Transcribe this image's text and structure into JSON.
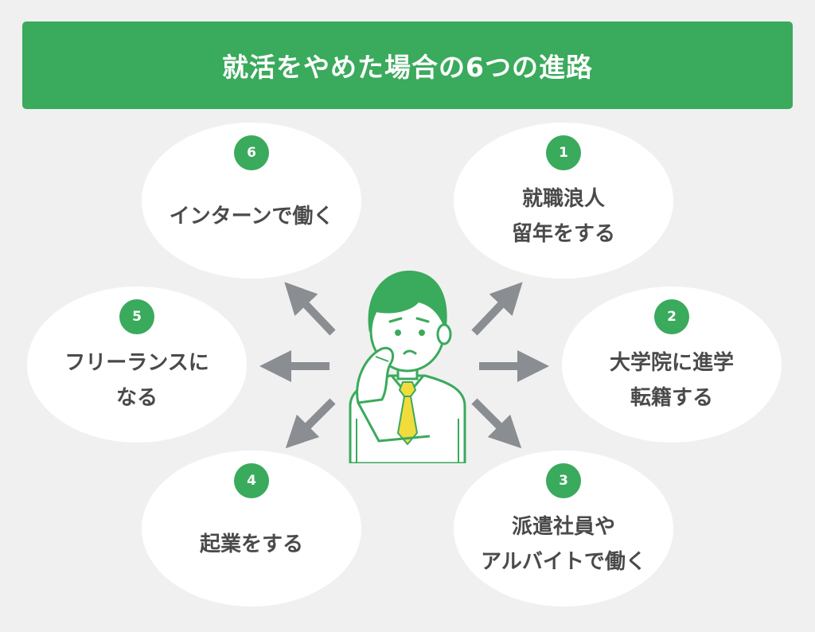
{
  "title": "就活をやめた場合の6つの進路",
  "colors": {
    "accent": "#3aaa5c",
    "background": "#f0f0f0",
    "text": "#4a4a4a",
    "arrow": "#8a8d91",
    "tie": "#f2dc3d"
  },
  "options": [
    {
      "number": "1",
      "lines": [
        "就職浪人",
        "留年をする"
      ]
    },
    {
      "number": "2",
      "lines": [
        "大学院に進学",
        "転籍する"
      ]
    },
    {
      "number": "3",
      "lines": [
        "派遣社員や",
        "アルバイトで働く"
      ]
    },
    {
      "number": "4",
      "lines": [
        "起業をする"
      ]
    },
    {
      "number": "5",
      "lines": [
        "フリーランスに",
        "なる"
      ]
    },
    {
      "number": "6",
      "lines": [
        "インターンで働く"
      ]
    }
  ],
  "icons": {
    "center": "worried-student-icon",
    "arrow": "arrow-icon"
  }
}
